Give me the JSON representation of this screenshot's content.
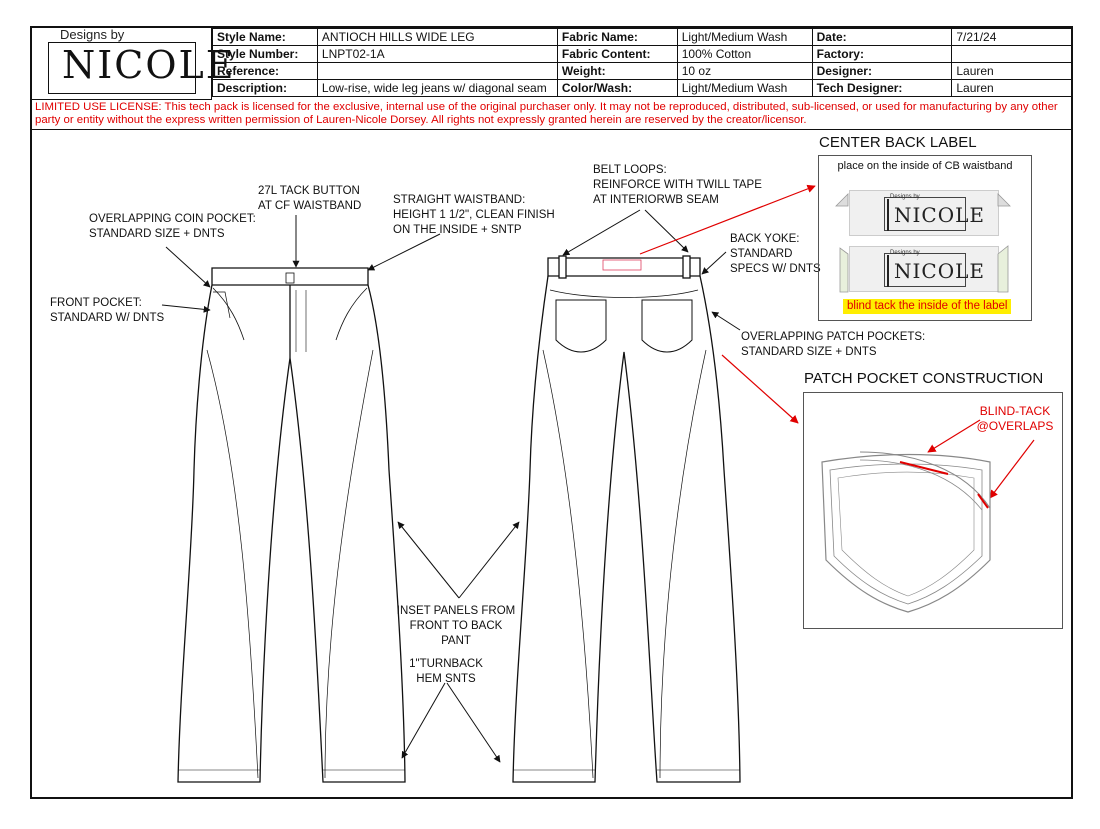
{
  "logo": {
    "by": "Designs by",
    "name": "NICOLE"
  },
  "header": {
    "rows": [
      [
        {
          "k": "Style Name:"
        },
        {
          "v": "ANTIOCH HILLS WIDE LEG"
        },
        {
          "k": "Fabric Name:"
        },
        {
          "v": "Light/Medium Wash"
        },
        {
          "k": "Date:"
        },
        {
          "v": "7/21/24"
        }
      ],
      [
        {
          "k": "Style Number:"
        },
        {
          "v": "LNPT02-1A"
        },
        {
          "k": "Fabric Content:"
        },
        {
          "v": "100% Cotton"
        },
        {
          "k": "Factory:"
        },
        {
          "v": ""
        }
      ],
      [
        {
          "k": "Reference:"
        },
        {
          "v": ""
        },
        {
          "k": "Weight:"
        },
        {
          "v": "10 oz"
        },
        {
          "k": "Designer:"
        },
        {
          "v": "Lauren"
        }
      ],
      [
        {
          "k": "Description:"
        },
        {
          "v": "Low-rise, wide leg jeans w/ diagonal seam"
        },
        {
          "k": "Color/Wash:"
        },
        {
          "v": "Light/Medium Wash"
        },
        {
          "k": "Tech Designer:"
        },
        {
          "v": "Lauren"
        }
      ]
    ]
  },
  "license": "LIMITED USE LICENSE: This tech pack is licensed for the exclusive, internal use of the original purchaser only. It may not be reproduced, distributed, sub-licensed, or used for manufacturing by any other party or entity without the express written permission of Lauren-Nicole Dorsey. All rights not expressly granted herein are reserved by the creator/licensor.",
  "callouts": {
    "coin_pocket": "OVERLAPPING COIN POCKET:\nSTANDARD SIZE  + DNTS",
    "tack_button": "27L TACK BUTTON\nAT CF WAISTBAND",
    "waistband": "STRAIGHT WAISTBAND:\nHEIGHT 1 1/2\", CLEAN FINISH\nON THE INSIDE + SNTP",
    "front_pocket": "FRONT POCKET:\nSTANDARD W/ DNTS",
    "belt_loops": "BELT LOOPS:\nREINFORCE WITH TWILL TAPE\nAT INTERIORWB SEAM",
    "back_yoke": "BACK YOKE:\nSTANDARD\nSPECS W/ DNTS",
    "patch_pockets": "OVERLAPPING PATCH POCKETS:\nSTANDARD SIZE  + DNTS",
    "inset_panels": "INSET PANELS FROM\nFRONT TO BACK PANT",
    "hem": "1\"TURNBACK\nHEM SNTS"
  },
  "center_back": {
    "title": "CENTER BACK LABEL",
    "place": "place on the inside of CB waistband",
    "tag_by": "Designs by",
    "tag_name": "NICOLE",
    "note": "blind tack the inside of the label"
  },
  "patch_pocket": {
    "title": "PATCH POCKET CONSTRUCTION",
    "note": "BLIND-TACK\n@OVERLAPS"
  },
  "colors": {
    "accent_red": "#e00000",
    "highlight": "#ffee00"
  }
}
